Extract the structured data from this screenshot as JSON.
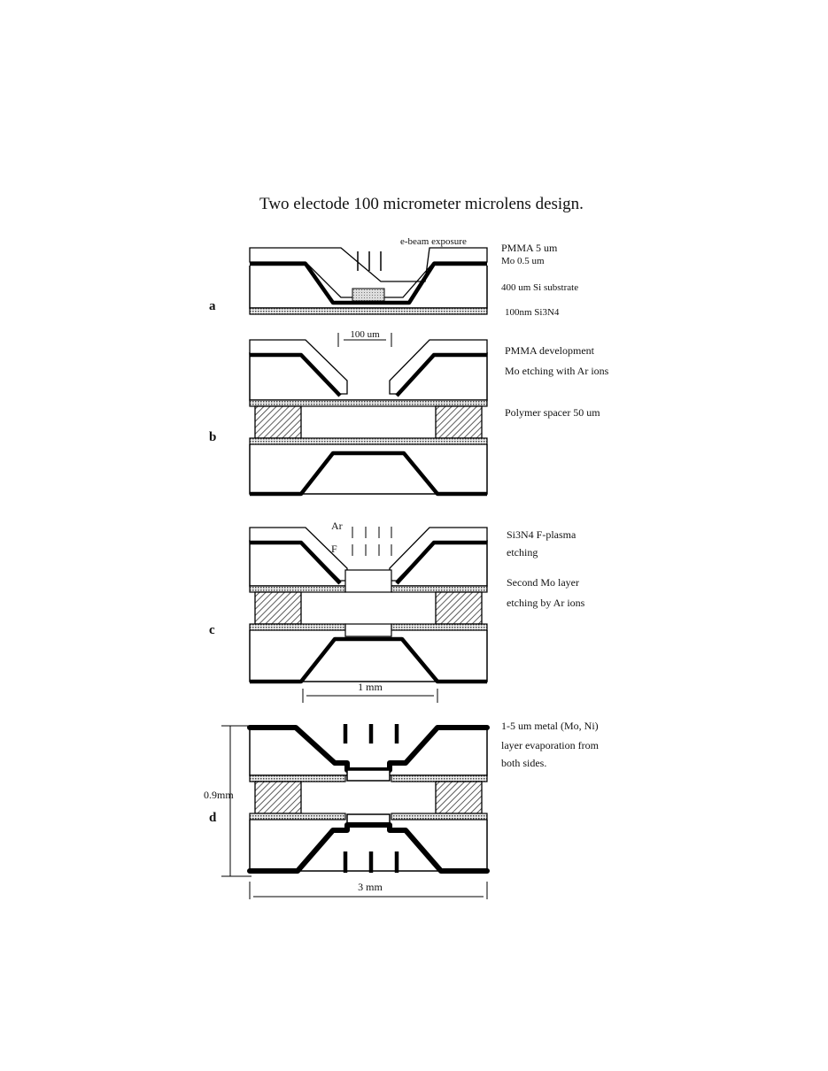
{
  "title": "Two electode 100 micrometer microlens design.",
  "panels": {
    "a": {
      "label": "a",
      "beam_label": "e-beam exposure",
      "layer_labels": [
        "PMMA  5 um",
        "Mo 0.5 um",
        "400 um Si substrate",
        "100nm Si3N4"
      ]
    },
    "b": {
      "label": "b",
      "opening_label": "100 um",
      "step_labels": [
        "PMMA development",
        "Mo etching with Ar ions",
        "Polymer spacer 50 um"
      ]
    },
    "c": {
      "label": "c",
      "ion_labels": [
        "Ar",
        "F"
      ],
      "step_labels": [
        "Si3N4  F-plasma",
        "etching",
        "Second Mo layer",
        "etching by Ar ions"
      ],
      "width_label": "1 mm"
    },
    "d": {
      "label": "d",
      "height_label": "0.9mm",
      "width_label": "3 mm",
      "step_labels": [
        "1-5 um metal (Mo, Ni)",
        "layer evaporation from",
        "both sides."
      ]
    }
  }
}
